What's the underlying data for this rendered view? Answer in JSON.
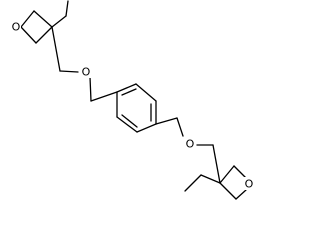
{
  "molecule": {
    "atoms": {
      "o_oxetane_top": "O",
      "o_ether_left": "O",
      "o_ether_right": "O",
      "o_oxetane_bottom": "O"
    }
  }
}
